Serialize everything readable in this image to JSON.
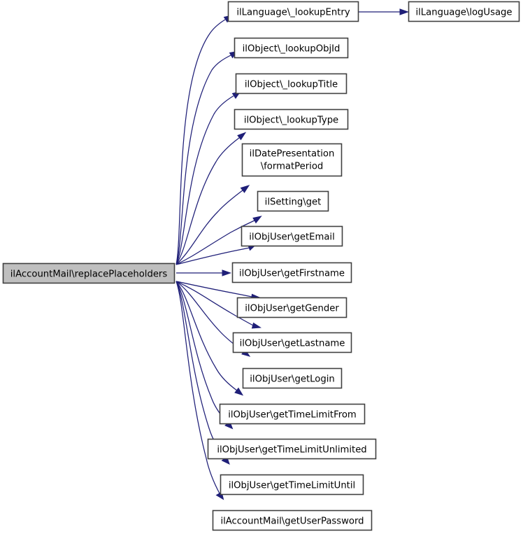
{
  "graph": {
    "kind": "call-graph",
    "title": "ilAccountMail\\replacePlaceholders call graph",
    "background_color": "#ffffff",
    "edge_color": "#1f1f78",
    "node_border_color": "#404040",
    "node_fill_color": "#ffffff",
    "root_fill_color": "#bfbfbf",
    "root": {
      "id": "root",
      "label": "ilAccountMail\\replacePlaceholders",
      "highlighted": true
    },
    "nodes": [
      {
        "id": "n1",
        "label": "ilLanguage\\_lookupEntry",
        "line1": "ilLanguage\\_lookupEntry",
        "line2": ""
      },
      {
        "id": "n2",
        "label": "ilObject\\_lookupObjId",
        "line1": "ilObject\\_lookupObjId",
        "line2": ""
      },
      {
        "id": "n3",
        "label": "ilObject\\_lookupTitle",
        "line1": "ilObject\\_lookupTitle",
        "line2": ""
      },
      {
        "id": "n4",
        "label": "ilObject\\_lookupType",
        "line1": "ilObject\\_lookupType",
        "line2": ""
      },
      {
        "id": "n5",
        "label": "ilDatePresentation\\formatPeriod",
        "line1": "ilDatePresentation",
        "line2": "\\formatPeriod"
      },
      {
        "id": "n6",
        "label": "ilSetting\\get",
        "line1": "ilSetting\\get",
        "line2": ""
      },
      {
        "id": "n7",
        "label": "ilObjUser\\getEmail",
        "line1": "ilObjUser\\getEmail",
        "line2": ""
      },
      {
        "id": "n8",
        "label": "ilObjUser\\getFirstname",
        "line1": "ilObjUser\\getFirstname",
        "line2": ""
      },
      {
        "id": "n9",
        "label": "ilObjUser\\getGender",
        "line1": "ilObjUser\\getGender",
        "line2": ""
      },
      {
        "id": "n10",
        "label": "ilObjUser\\getLastname",
        "line1": "ilObjUser\\getLastname",
        "line2": ""
      },
      {
        "id": "n11",
        "label": "ilObjUser\\getLogin",
        "line1": "ilObjUser\\getLogin",
        "line2": ""
      },
      {
        "id": "n12",
        "label": "ilObjUser\\getTimeLimitFrom",
        "line1": "ilObjUser\\getTimeLimitFrom",
        "line2": ""
      },
      {
        "id": "n13",
        "label": "ilObjUser\\getTimeLimitUnlimited",
        "line1": "ilObjUser\\getTimeLimitUnlimited",
        "line2": ""
      },
      {
        "id": "n14",
        "label": "ilObjUser\\getTimeLimitUntil",
        "line1": "ilObjUser\\getTimeLimitUntil",
        "line2": ""
      },
      {
        "id": "n15",
        "label": "ilAccountMail\\getUserPassword",
        "line1": "ilAccountMail\\getUserPassword",
        "line2": ""
      },
      {
        "id": "n16",
        "label": "ilLanguage\\logUsage",
        "line1": "ilLanguage\\logUsage",
        "line2": ""
      }
    ],
    "edges": [
      {
        "from": "root",
        "to": "n1"
      },
      {
        "from": "root",
        "to": "n2"
      },
      {
        "from": "root",
        "to": "n3"
      },
      {
        "from": "root",
        "to": "n4"
      },
      {
        "from": "root",
        "to": "n5"
      },
      {
        "from": "root",
        "to": "n6"
      },
      {
        "from": "root",
        "to": "n7"
      },
      {
        "from": "root",
        "to": "n8"
      },
      {
        "from": "root",
        "to": "n9"
      },
      {
        "from": "root",
        "to": "n10"
      },
      {
        "from": "root",
        "to": "n11"
      },
      {
        "from": "root",
        "to": "n12"
      },
      {
        "from": "root",
        "to": "n13"
      },
      {
        "from": "root",
        "to": "n14"
      },
      {
        "from": "root",
        "to": "n15"
      },
      {
        "from": "n1",
        "to": "n16"
      }
    ]
  }
}
